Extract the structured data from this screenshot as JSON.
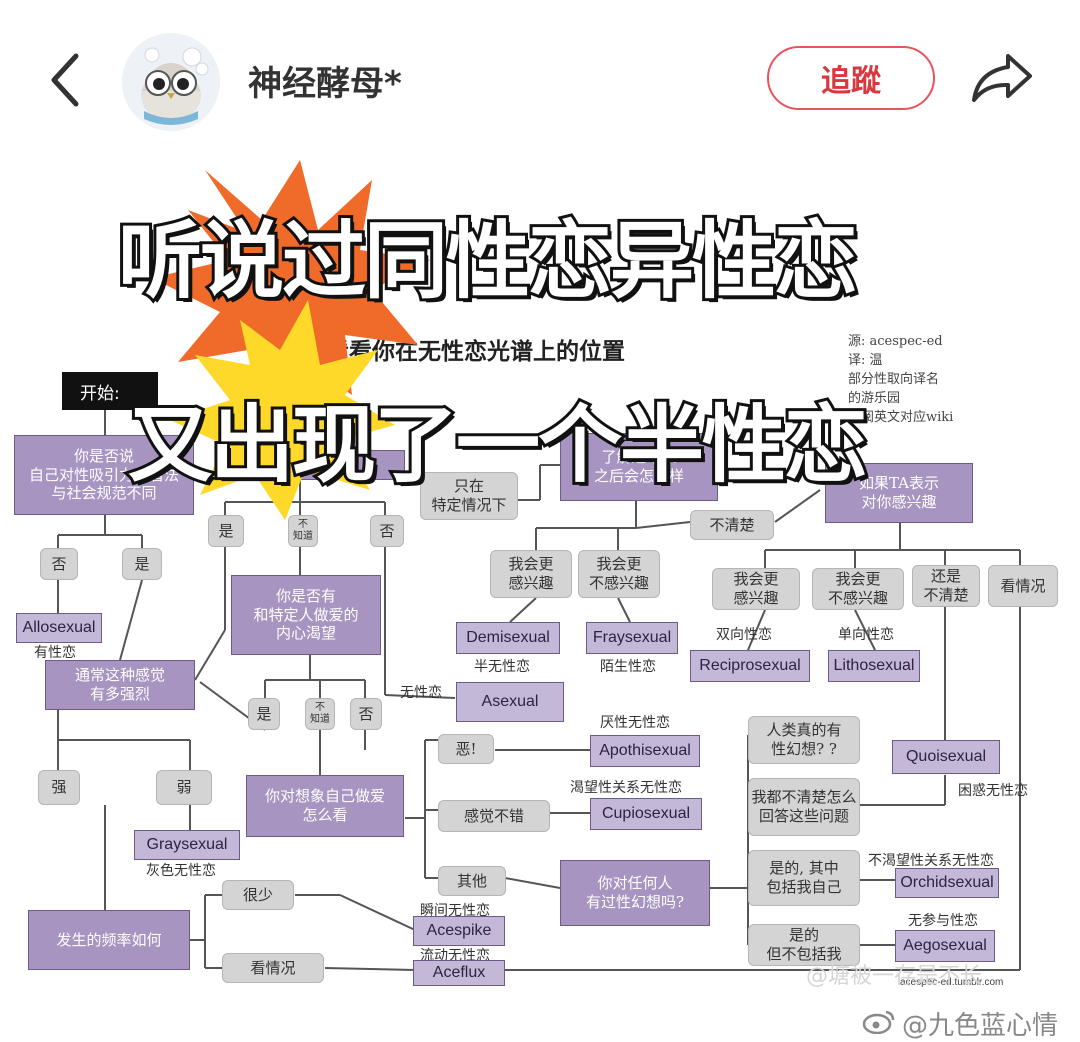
{
  "header": {
    "username": "神经酵母*",
    "follow_label": "追蹤"
  },
  "banner": {
    "line1": "听说过同性恋异性恋",
    "line2": "又出现了一个半性恋"
  },
  "flowchart": {
    "title": "看看你在无性恋光谱上的位置",
    "source_lines": [
      "源: acespec-ed",
      "译: 温",
      "部分性取向译名",
      "的游乐园",
      "查阅英文对应wiki"
    ],
    "start": "开始:",
    "nodes": {
      "q_norms": "你是否说\n自己对性吸引力的看法\n与社会规范不同",
      "q_attract": "性吸引力",
      "only_certain": "只在\n特定情况下",
      "q_after_know": "了解这个人\n之后会怎么样",
      "q_if_ta": "如果TA表示\n对你感兴趣",
      "yes1": "是",
      "unknown1": "不\n知道",
      "no1": "否",
      "no_left": "否",
      "yes_left": "是",
      "allosexual": "Allosexual",
      "allosexual_cn": "有性恋",
      "q_desire": "你是否有\n和特定人做爱的\n内心渴望",
      "more_interest": "我会更\n感兴趣",
      "less_interest": "我会更\n不感兴趣",
      "demisexual": "Demisexual",
      "demisexual_cn": "半无性恋",
      "fraysexual": "Fraysexual",
      "fraysexual_cn": "陌生性恋",
      "unclear1": "不清楚",
      "ta_more": "我会更\n感兴趣",
      "ta_less": "我会更\n不感兴趣",
      "still_unclear": "还是\n不清楚",
      "depends1": "看情况",
      "recipro_cn": "双向性恋",
      "lithos_cn": "单向性恋",
      "reciprosexual": "Reciprosexual",
      "lithosexual": "Lithosexual",
      "q_strength": "通常这种感觉\n有多强烈",
      "asexual_cn": "无性恋",
      "asexual": "Asexual",
      "yes2": "是",
      "unknown2": "不\n知道",
      "no2": "否",
      "strong": "强",
      "weak": "弱",
      "gross": "恶!",
      "apothi_cn": "厌性无性恋",
      "apothisexual": "Apothisexual",
      "q_fantasy": "人类真的有\n性幻想? ?",
      "quoisexual": "Quoisexual",
      "quoi_cn": "困惑无性恋",
      "q_imagine": "你对想象自己做爱\n怎么看",
      "cupio_cn": "渴望性关系无性恋",
      "feels_ok": "感觉不错",
      "cupiosexual": "Cupiosexual",
      "dont_know_answer": "我都不清楚怎么\n回答这些问题",
      "graysexual": "Graysexual",
      "graysexual_cn": "灰色无性恋",
      "other": "其他",
      "q_fantasize_anyone": "你对任何人\n有过性幻想吗?",
      "yes_self": "是的, 其中\n包括我自己",
      "orchid_cn": "不渴望性关系无性恋",
      "orchidsexual": "Orchidsexual",
      "rarely": "很少",
      "acespike_cn": "瞬间无性恋",
      "acespike": "Acespike",
      "frequency": "发生的频率如何",
      "depends2": "看情况",
      "fluid_cn": "流动无性恋",
      "aceflux": "Aceflux",
      "yes_not_self": "是的\n但不包括我",
      "aego_cn": "无参与性恋",
      "aegosexual": "Aegosexual"
    },
    "footer_url": "acespec-ed.tumblr.com"
  },
  "watermarks": {
    "top": "@塘被一存是不长",
    "bottom": "@九色蓝心情"
  },
  "colors": {
    "node_purple": "#a794c0",
    "node_grey": "#d4d4d4",
    "follow_red": "#d9383f",
    "starburst_orange": "#f06a2a",
    "starburst_yellow": "#ffd92a"
  }
}
